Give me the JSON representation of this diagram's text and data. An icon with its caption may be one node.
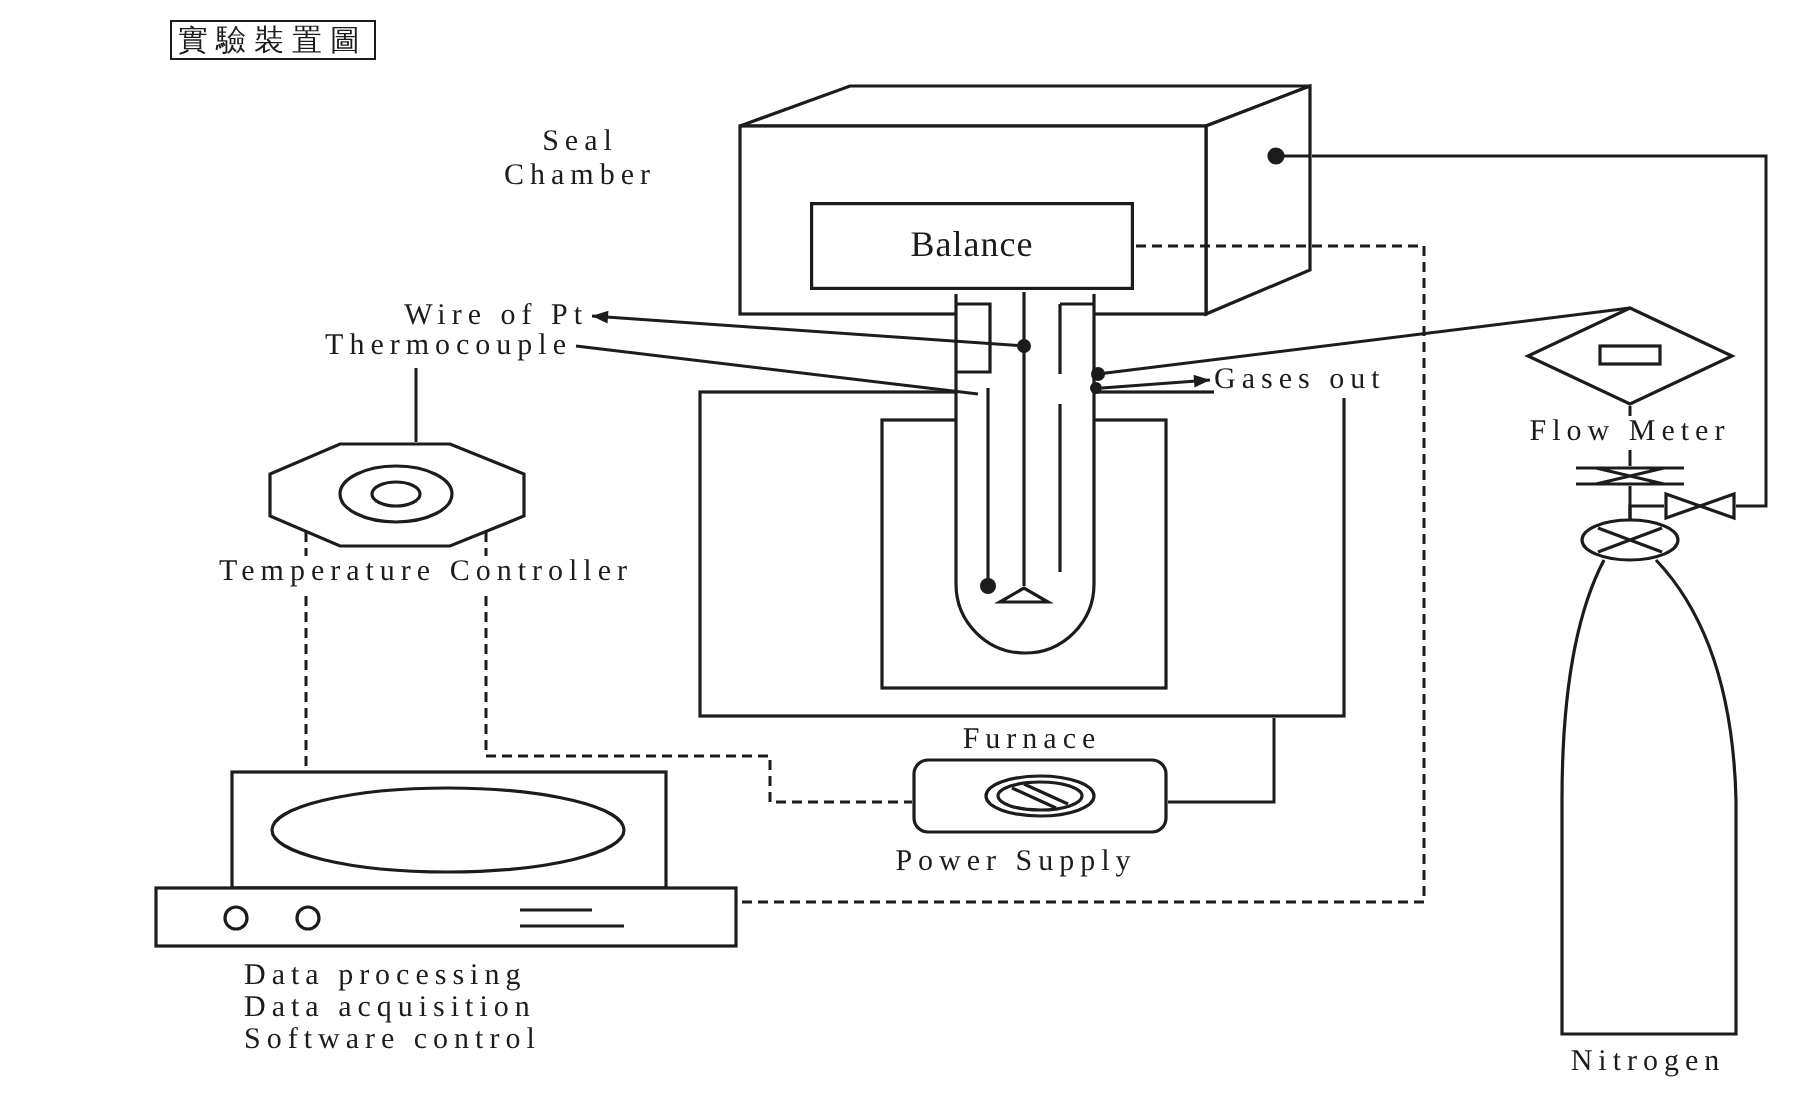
{
  "diagram": {
    "title": "實驗裝置圖",
    "nodes": [
      {
        "text": [
          "Seal Chamber"
        ]
      },
      {
        "text": [
          "Balance"
        ],
        "in": 0
      },
      {
        "text": [
          "Wire of Pt"
        ]
      },
      {
        "text": [
          "Thermocouple"
        ]
      },
      {
        "text": [],
        "shape": "tube"
      },
      {
        "text": [],
        "shape": "wire"
      },
      {
        "text": [],
        "shape": "wire",
        "in": 4
      },
      {
        "text": [
          "Gases out"
        ]
      },
      {
        "text": [
          "Flow Meter"
        ]
      },
      {
        "text": [
          "Temperature Controller"
        ]
      },
      {
        "text": [],
        "shape": "valve"
      },
      {
        "text": [],
        "shape": "valve"
      },
      {
        "text": [
          "Furnace"
        ]
      },
      {
        "text": [
          "Power Supply"
        ]
      },
      {
        "text": [
          "Data processing",
          "Data acquisition",
          "Software control"
        ]
      },
      {
        "text": [
          "Nitrogen"
        ]
      }
    ],
    "edges": [
      {
        "from": 6,
        "to": 2,
        "arrow": "to"
      },
      {
        "from": 3,
        "to": 5,
        "arrow": "none"
      },
      {
        "from": 9,
        "to": 3,
        "arrow": "none"
      },
      {
        "from": 8,
        "to": 4,
        "arrow": "other"
      },
      {
        "from": 4,
        "to": 7,
        "arrow": "to"
      },
      {
        "from": 15,
        "to": 10,
        "arrow": "none"
      },
      {
        "from": 10,
        "to": 8,
        "arrow": "none"
      },
      {
        "from": 15,
        "to": 11,
        "arrow": "none"
      },
      {
        "from": 11,
        "to": 0,
        "arrow": "none"
      },
      {
        "from": 9,
        "to": 14,
        "arrow": "none",
        "style": "dashed"
      },
      {
        "from": 9,
        "to": 13,
        "arrow": "none",
        "style": "dashed"
      },
      {
        "from": 13,
        "to": 12,
        "arrow": "none"
      },
      {
        "from": 1,
        "to": 14,
        "arrow": "none",
        "style": "dashed"
      }
    ]
  }
}
